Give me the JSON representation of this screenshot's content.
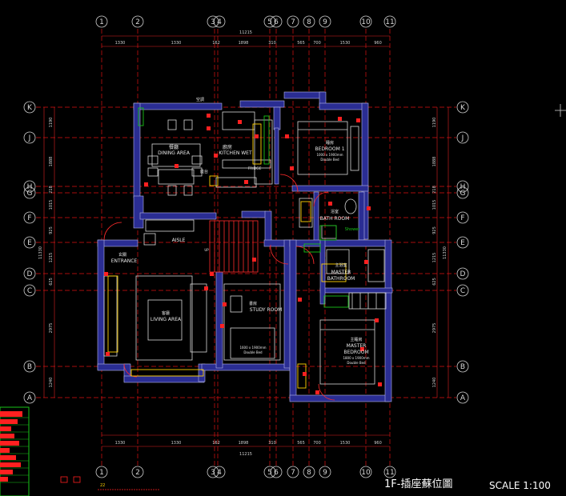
{
  "drawing": {
    "title": "1F-插座蘇位圖",
    "scale": "SCALE 1:100",
    "total_width": "11215",
    "total_depth": "11330"
  },
  "grid": {
    "columns": [
      "1",
      "2",
      "3",
      "4",
      "5",
      "6",
      "7",
      "8",
      "9",
      "10",
      "11"
    ],
    "rows": [
      "K",
      "J",
      "H",
      "G",
      "F",
      "E",
      "D",
      "C",
      "B",
      "A"
    ]
  },
  "dims": {
    "top": [
      "1330",
      "1330",
      "162",
      "1898",
      "310",
      "565",
      "700",
      "1530",
      "960"
    ],
    "left": [
      "1190",
      "1888",
      "218",
      "1015",
      "925",
      "1215",
      "625",
      "2975",
      "1240"
    ],
    "left_total": "11330",
    "right_total": "11330"
  },
  "rooms": {
    "dining": {
      "cn": "餐廳",
      "en": "DINING AREA"
    },
    "kitchen": {
      "cn": "廚房",
      "en": "KITCHEN WET"
    },
    "fridge": "FRIDGE",
    "bedroom1": {
      "cn": "睡房",
      "en": "BEDROOM 1",
      "bed": "1000 x 1900mm",
      "bed_type": "Double Bed"
    },
    "bathroom": {
      "cn": "浴室",
      "en": "BATH ROOM"
    },
    "shower": "Shower",
    "aisle": "AISLE",
    "entrance": {
      "cn": "玄關",
      "en": "ENTRANCE"
    },
    "master_bath": {
      "cn": "主浴室",
      "en1": "MASTER",
      "en2": "BATHROOM"
    },
    "living": {
      "cn": "客廳",
      "en": "LIVING AREA"
    },
    "study": {
      "cn": "書房",
      "en": "STUDY ROOM",
      "bed": "1600 x 1900mm",
      "bed_type": "Double Bed"
    },
    "master_bed": {
      "cn": "主睡房",
      "en1": "MASTER",
      "en2": "BEDROOM",
      "bed": "1800 x 1900mm",
      "bed_type": "Double Bed"
    },
    "aircon": "空調",
    "seat": "座台",
    "up": "UP"
  },
  "legend": {
    "number": "22"
  },
  "colors": {
    "wall": "#2a2d93",
    "wall_edge": "#b6b6e6",
    "grid": "#ff1a1a",
    "furniture": "#d7d7d7",
    "door": "#ff2b2b",
    "fixture_yellow": "#ffd200",
    "fixture_green": "#19c419",
    "socket": "#ff2020"
  }
}
